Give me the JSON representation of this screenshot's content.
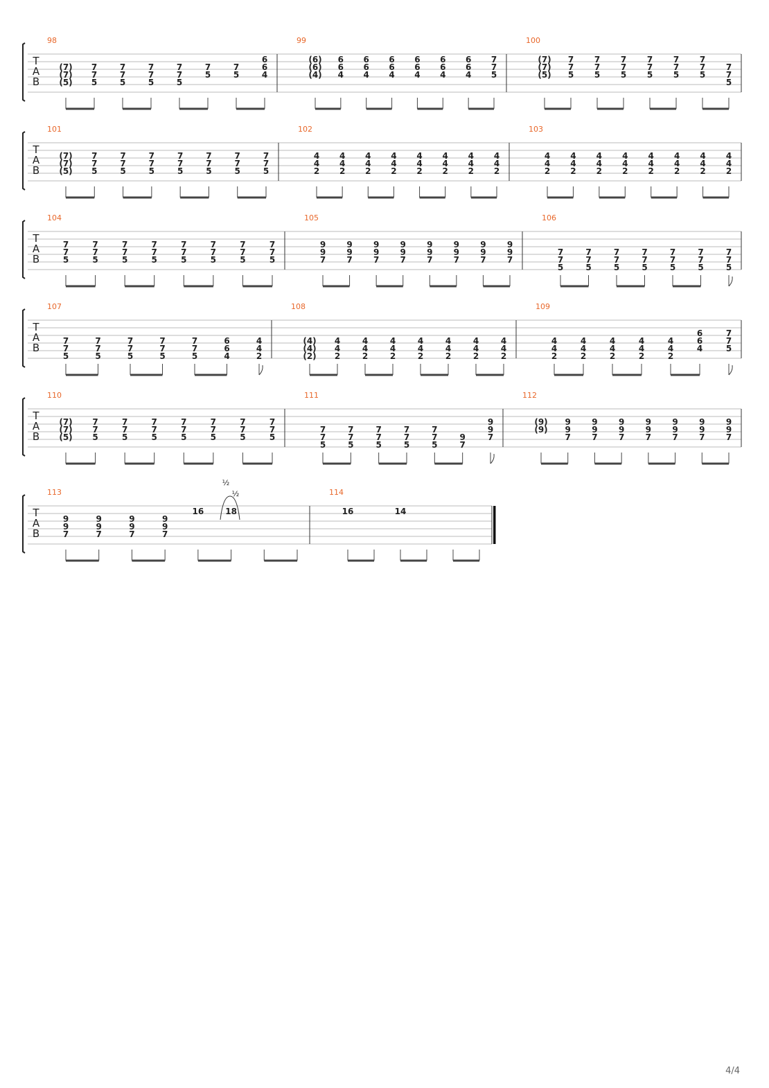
{
  "page": {
    "label": "4/4"
  },
  "clef": {
    "t": "T",
    "a": "A",
    "b": "B"
  },
  "bend": {
    "up": "½",
    "down": "½"
  },
  "systems": [
    {
      "measures": [
        {
          "number": "98",
          "beats": [
            [
              "",
              "(7)",
              "(7)",
              "(5)"
            ],
            [
              "",
              "7",
              "7",
              "5"
            ],
            [
              "",
              "7",
              "7",
              "5"
            ],
            [
              "",
              "7",
              "7",
              "5"
            ],
            [
              "",
              "7",
              "7",
              "5"
            ],
            [
              "",
              "7",
              "5",
              ""
            ],
            [
              "",
              "7",
              "5",
              ""
            ],
            [
              "6",
              "6",
              "4",
              ""
            ]
          ]
        },
        {
          "number": "99",
          "beats": [
            [
              "(6)",
              "(6)",
              "(4)",
              ""
            ],
            [
              "6",
              "6",
              "4",
              ""
            ],
            [
              "6",
              "6",
              "4",
              ""
            ],
            [
              "6",
              "6",
              "4",
              ""
            ],
            [
              "6",
              "6",
              "4",
              ""
            ],
            [
              "6",
              "6",
              "4",
              ""
            ],
            [
              "6",
              "6",
              "4",
              ""
            ],
            [
              "7",
              "7",
              "5",
              ""
            ]
          ]
        },
        {
          "number": "100",
          "beats": [
            [
              "(7)",
              "(7)",
              "(5)",
              ""
            ],
            [
              "7",
              "7",
              "5",
              ""
            ],
            [
              "7",
              "7",
              "5",
              ""
            ],
            [
              "7",
              "7",
              "5",
              ""
            ],
            [
              "7",
              "7",
              "5",
              ""
            ],
            [
              "7",
              "7",
              "5",
              ""
            ],
            [
              "7",
              "7",
              "5",
              ""
            ],
            [
              "",
              "7",
              "7",
              "5"
            ]
          ]
        }
      ]
    },
    {
      "measures": [
        {
          "number": "101",
          "beats": [
            [
              "",
              "(7)",
              "(7)",
              "(5)"
            ],
            [
              "",
              "7",
              "7",
              "5"
            ],
            [
              "",
              "7",
              "7",
              "5"
            ],
            [
              "",
              "7",
              "7",
              "5"
            ],
            [
              "",
              "7",
              "7",
              "5"
            ],
            [
              "",
              "7",
              "7",
              "5"
            ],
            [
              "",
              "7",
              "7",
              "5"
            ],
            [
              "",
              "7",
              "7",
              "5"
            ]
          ]
        },
        {
          "number": "102",
          "beats": [
            [
              "",
              "4",
              "4",
              "2"
            ],
            [
              "",
              "4",
              "4",
              "2"
            ],
            [
              "",
              "4",
              "4",
              "2"
            ],
            [
              "",
              "4",
              "4",
              "2"
            ],
            [
              "",
              "4",
              "4",
              "2"
            ],
            [
              "",
              "4",
              "4",
              "2"
            ],
            [
              "",
              "4",
              "4",
              "2"
            ],
            [
              "",
              "4",
              "4",
              "2"
            ]
          ]
        },
        {
          "number": "103",
          "beats": [
            [
              "",
              "4",
              "4",
              "2"
            ],
            [
              "",
              "4",
              "4",
              "2"
            ],
            [
              "",
              "4",
              "4",
              "2"
            ],
            [
              "",
              "4",
              "4",
              "2"
            ],
            [
              "",
              "4",
              "4",
              "2"
            ],
            [
              "",
              "4",
              "4",
              "2"
            ],
            [
              "",
              "4",
              "4",
              "2"
            ],
            [
              "",
              "4",
              "4",
              "2"
            ]
          ]
        }
      ]
    },
    {
      "measures": [
        {
          "number": "104",
          "beats": [
            [
              "",
              "7",
              "7",
              "5"
            ],
            [
              "",
              "7",
              "7",
              "5"
            ],
            [
              "",
              "7",
              "7",
              "5"
            ],
            [
              "",
              "7",
              "7",
              "5"
            ],
            [
              "",
              "7",
              "7",
              "5"
            ],
            [
              "",
              "7",
              "7",
              "5"
            ],
            [
              "",
              "7",
              "7",
              "5"
            ],
            [
              "",
              "7",
              "7",
              "5"
            ]
          ]
        },
        {
          "number": "105",
          "beats": [
            [
              "",
              "9",
              "9",
              "7"
            ],
            [
              "",
              "9",
              "9",
              "7"
            ],
            [
              "",
              "9",
              "9",
              "7"
            ],
            [
              "",
              "9",
              "9",
              "7"
            ],
            [
              "",
              "9",
              "9",
              "7"
            ],
            [
              "",
              "9",
              "9",
              "7"
            ],
            [
              "",
              "9",
              "9",
              "7"
            ],
            [
              "",
              "9",
              "9",
              "7"
            ]
          ]
        },
        {
          "number": "106",
          "beats": [
            [
              "",
              "",
              "7",
              "7",
              "5"
            ],
            [
              "",
              "",
              "7",
              "7",
              "5"
            ],
            [
              "",
              "",
              "7",
              "7",
              "5"
            ],
            [
              "",
              "",
              "7",
              "7",
              "5"
            ],
            [
              "",
              "",
              "7",
              "7",
              "5"
            ],
            [
              "",
              "",
              "7",
              "7",
              "5"
            ],
            [
              "",
              "",
              "7",
              "7",
              "5"
            ]
          ]
        }
      ]
    },
    {
      "measures": [
        {
          "number": "107",
          "beats": [
            [
              "",
              "",
              "7",
              "7",
              "5"
            ],
            [
              "",
              "",
              "7",
              "7",
              "5"
            ],
            [
              "",
              "",
              "7",
              "7",
              "5"
            ],
            [
              "",
              "",
              "7",
              "7",
              "5"
            ],
            [
              "",
              "",
              "7",
              "7",
              "5"
            ],
            [
              "",
              "",
              "6",
              "6",
              "4"
            ],
            [
              "",
              "",
              "4",
              "4",
              "2"
            ]
          ]
        },
        {
          "number": "108",
          "beats": [
            [
              "",
              "",
              "(4)",
              "(4)",
              "(2)"
            ],
            [
              "",
              "",
              "4",
              "4",
              "2"
            ],
            [
              "",
              "",
              "4",
              "4",
              "2"
            ],
            [
              "",
              "",
              "4",
              "4",
              "2"
            ],
            [
              "",
              "",
              "4",
              "4",
              "2"
            ],
            [
              "",
              "",
              "4",
              "4",
              "2"
            ],
            [
              "",
              "",
              "4",
              "4",
              "2"
            ],
            [
              "",
              "",
              "4",
              "4",
              "2"
            ]
          ]
        },
        {
          "number": "109",
          "beats": [
            [
              "",
              "",
              "4",
              "4",
              "2"
            ],
            [
              "",
              "",
              "4",
              "4",
              "2"
            ],
            [
              "",
              "",
              "4",
              "4",
              "2"
            ],
            [
              "",
              "",
              "4",
              "4",
              "2"
            ],
            [
              "",
              "",
              "4",
              "4",
              "2"
            ],
            [
              "",
              "6",
              "6",
              "4",
              ""
            ],
            [
              "",
              "7",
              "7",
              "5",
              ""
            ]
          ]
        }
      ]
    },
    {
      "measures": [
        {
          "number": "110",
          "beats": [
            [
              "",
              "(7)",
              "(7)",
              "(5)"
            ],
            [
              "",
              "7",
              "7",
              "5"
            ],
            [
              "",
              "7",
              "7",
              "5"
            ],
            [
              "",
              "7",
              "7",
              "5"
            ],
            [
              "",
              "7",
              "7",
              "5"
            ],
            [
              "",
              "7",
              "7",
              "5"
            ],
            [
              "",
              "7",
              "7",
              "5"
            ],
            [
              "",
              "7",
              "7",
              "5"
            ]
          ]
        },
        {
          "number": "111",
          "beats": [
            [
              "",
              "",
              "7",
              "7",
              "5"
            ],
            [
              "",
              "",
              "7",
              "7",
              "5"
            ],
            [
              "",
              "",
              "7",
              "7",
              "5"
            ],
            [
              "",
              "",
              "7",
              "7",
              "5"
            ],
            [
              "",
              "",
              "7",
              "7",
              "5"
            ],
            [
              "",
              "",
              "",
              "9",
              "7"
            ],
            [
              "",
              "9",
              "9",
              "7",
              ""
            ]
          ]
        },
        {
          "number": "112",
          "beats": [
            [
              "",
              "(9)",
              "(9)",
              "",
              ""
            ],
            [
              "",
              "9",
              "9",
              "7",
              ""
            ],
            [
              "",
              "9",
              "9",
              "7",
              ""
            ],
            [
              "",
              "9",
              "9",
              "7",
              ""
            ],
            [
              "",
              "9",
              "9",
              "7",
              ""
            ],
            [
              "",
              "9",
              "9",
              "7",
              ""
            ],
            [
              "",
              "9",
              "9",
              "7",
              ""
            ],
            [
              "",
              "9",
              "9",
              "7",
              ""
            ]
          ]
        }
      ]
    },
    {
      "measures": [
        {
          "number": "113",
          "beats": [
            [
              "",
              "9",
              "9",
              "7"
            ],
            [
              "",
              "9",
              "9",
              "7"
            ],
            [
              "",
              "9",
              "9",
              "7"
            ],
            [
              "",
              "9",
              "9",
              "7"
            ],
            [
              "16",
              "",
              "",
              ""
            ],
            [
              "18",
              "",
              "",
              ""
            ],
            [
              "",
              "",
              "",
              ""
            ],
            [
              "",
              "",
              "",
              ""
            ]
          ]
        },
        {
          "number": "114",
          "beats": [
            [
              "16",
              "",
              "",
              ""
            ],
            [
              "",
              "",
              "",
              ""
            ],
            [
              "14",
              "",
              "",
              ""
            ],
            [
              "",
              "",
              "",
              ""
            ],
            [
              "",
              "",
              "",
              ""
            ],
            [
              "",
              "",
              "",
              ""
            ]
          ]
        }
      ]
    }
  ]
}
